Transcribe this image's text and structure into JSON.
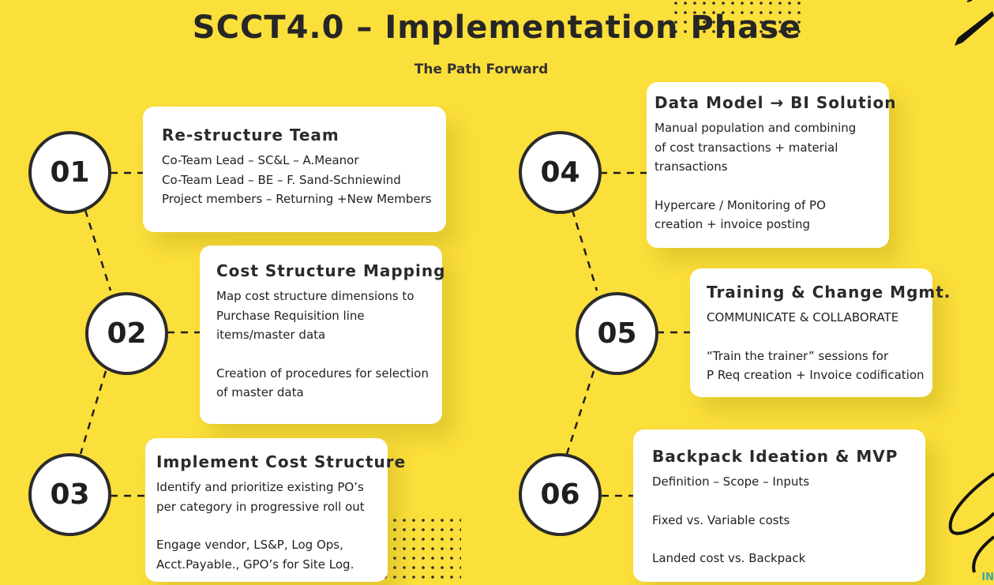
{
  "header": {
    "title": "SCCT4.0 – Implementation Phase",
    "subtitle": "The Path Forward"
  },
  "colors": {
    "background": "#fbdf3a",
    "card": "#ffffff",
    "text": "#1f1f1f",
    "circle_border": "#2b2b2b"
  },
  "steps": [
    {
      "number": "01",
      "title": "Re-structure Team",
      "lines": [
        "Co-Team Lead – SC&L – A.Meanor",
        "Co-Team Lead – BE – F. Sand-Schniewind",
        "Project members – Returning +New Members"
      ]
    },
    {
      "number": "02",
      "title": "Cost  Structure Mapping",
      "p1": "Map cost structure dimensions to\nPurchase Requisition line\nitems/master data",
      "p2": "Creation of procedures for selection\nof master data"
    },
    {
      "number": "03",
      "title": "Implement Cost Structure",
      "p1": "Identify and prioritize existing PO’s\nper category in progressive roll out",
      "p2": "Engage vendor, LS&P, Log Ops,\nAcct.Payable., GPO’s for Site Log."
    },
    {
      "number": "04",
      "title": "Data Model → BI Solution",
      "p1": "Manual population and combining\nof cost transactions + material\ntransactions",
      "p2": "Hypercare / Monitoring of PO\ncreation + invoice posting"
    },
    {
      "number": "05",
      "title": "Training & Change Mgmt.",
      "p1": "COMMUNICATE & COLLABORATE",
      "p2": "“Train the trainer” sessions for\nP Req creation + Invoice codification"
    },
    {
      "number": "06",
      "title": "Backpack Ideation & MVP",
      "p1": "Definition – Scope – Inputs",
      "p2": "Fixed vs. Variable costs",
      "p3": "Landed cost vs. Backpack"
    }
  ],
  "decor": {
    "corner_text": "IN"
  }
}
